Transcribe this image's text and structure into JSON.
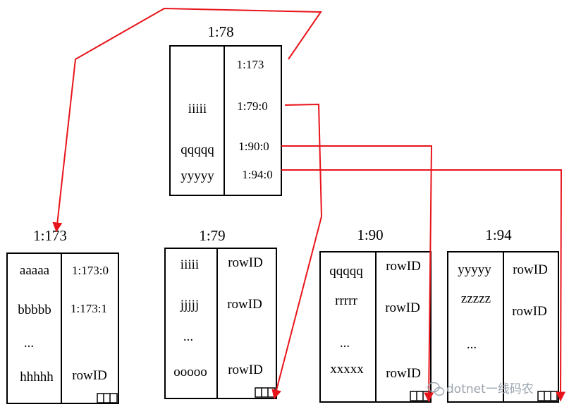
{
  "root_page": {
    "title": "1:78",
    "left_rows": [
      "iiiii",
      "qqqqq",
      "yyyyy"
    ],
    "right_rows": [
      "1:173",
      "1:79:0",
      "1:90:0",
      "1:94:0"
    ]
  },
  "leaf_pages": [
    {
      "title": "1:173",
      "left_rows": [
        "aaaaa",
        "bbbbb",
        "...",
        "hhhhh"
      ],
      "right_rows": [
        "1:173:0",
        "1:173:1",
        "rowID"
      ]
    },
    {
      "title": "1:79",
      "left_rows": [
        "iiiii",
        "jjjjj",
        "...",
        "ooooo"
      ],
      "right_rows": [
        "rowID",
        "rowID",
        "rowID"
      ]
    },
    {
      "title": "1:90",
      "left_rows": [
        "qqqqq",
        "rrrrr",
        "...",
        "xxxxx"
      ],
      "right_rows": [
        "rowID",
        "rowID",
        "rowID"
      ]
    },
    {
      "title": "1:94",
      "left_rows": [
        "yyyyy",
        "zzzzz",
        "..."
      ],
      "right_rows": [
        "rowID",
        "rowID"
      ]
    }
  ],
  "watermark": {
    "text": "dotnet一线码农",
    "icon": "wechat-icon"
  },
  "colors": {
    "arrow": "#e8141b",
    "line": "#000000",
    "watermark": "#9aa3ad"
  }
}
